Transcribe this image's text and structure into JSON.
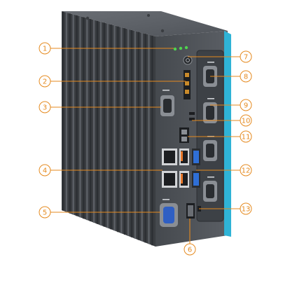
{
  "figure": {
    "colors": {
      "callout": "#e58a1f",
      "accent_stripe": "#2fb3d6",
      "chassis": "#4f5359",
      "fins": "#2c2f33",
      "port_orange": "#e8782a",
      "port_blue": "#2f6fd6",
      "led_green": "#4fd44f"
    },
    "callouts": [
      {
        "id": "callout-1",
        "label": "1"
      },
      {
        "id": "callout-2",
        "label": "2"
      },
      {
        "id": "callout-3",
        "label": "3"
      },
      {
        "id": "callout-4",
        "label": "4"
      },
      {
        "id": "callout-5",
        "label": "5"
      },
      {
        "id": "callout-6",
        "label": "6"
      },
      {
        "id": "callout-7",
        "label": "7"
      },
      {
        "id": "callout-8",
        "label": "8"
      },
      {
        "id": "callout-9",
        "label": "9"
      },
      {
        "id": "callout-10",
        "label": "10"
      },
      {
        "id": "callout-11",
        "label": "11"
      },
      {
        "id": "callout-12",
        "label": "12"
      },
      {
        "id": "callout-13",
        "label": "13"
      }
    ]
  }
}
